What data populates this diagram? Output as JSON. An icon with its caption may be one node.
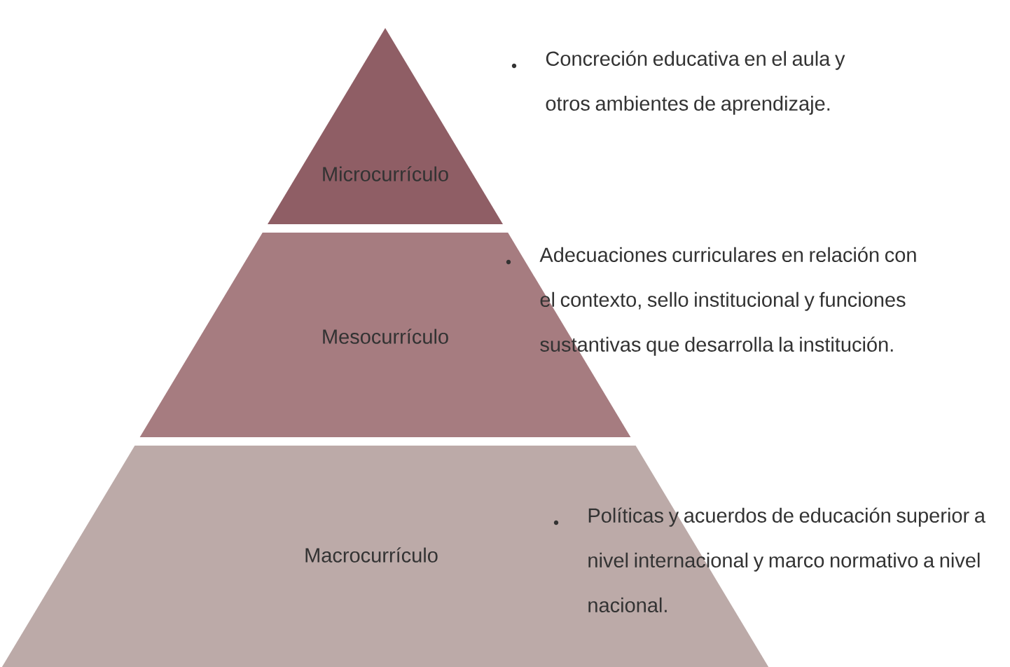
{
  "diagram": {
    "nodes": [
      {
        "text": [
          "Microcurrículo"
        ],
        "beside": [
          "Concreción educativa en el aula y otros ambientes de aprendizaje."
        ]
      },
      {
        "text": [
          "Mesocurrículo"
        ],
        "beside": [
          "Adecuaciones curriculares en relación con el contexto, sello institucional y funciones sustantivas que desarrolla la institución."
        ]
      },
      {
        "text": [
          "Macrocurrículo"
        ],
        "beside": [
          "Políticas y acuerdos de educación superior a nivel internacional y marco normativo a nivel nacional."
        ]
      }
    ]
  }
}
